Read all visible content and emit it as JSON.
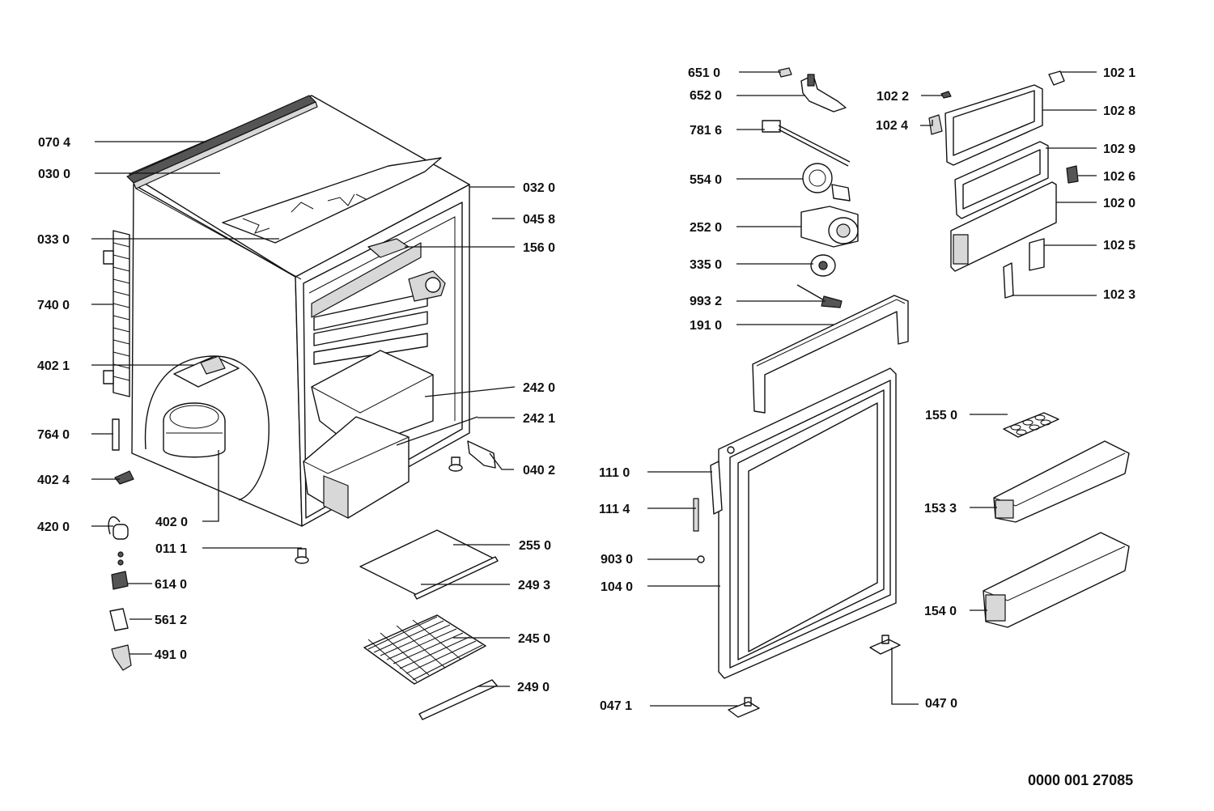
{
  "document_number": "0000 001 27085",
  "callouts": [
    {
      "id": "c0704",
      "text": "070 4"
    },
    {
      "id": "c0300",
      "text": "030 0"
    },
    {
      "id": "c0330",
      "text": "033 0"
    },
    {
      "id": "c7400",
      "text": "740 0"
    },
    {
      "id": "c4021",
      "text": "402 1"
    },
    {
      "id": "c7640",
      "text": "764 0"
    },
    {
      "id": "c4024",
      "text": "402 4"
    },
    {
      "id": "c4200",
      "text": "420 0"
    },
    {
      "id": "c4020",
      "text": "402 0"
    },
    {
      "id": "c0111",
      "text": "011 1"
    },
    {
      "id": "c6140",
      "text": "614 0"
    },
    {
      "id": "c5612",
      "text": "561 2"
    },
    {
      "id": "c4910",
      "text": "491 0"
    },
    {
      "id": "c0320",
      "text": "032 0"
    },
    {
      "id": "c0458",
      "text": "045 8"
    },
    {
      "id": "c1560",
      "text": "156 0"
    },
    {
      "id": "c2420",
      "text": "242 0"
    },
    {
      "id": "c2421",
      "text": "242 1"
    },
    {
      "id": "c0402",
      "text": "040 2"
    },
    {
      "id": "c2550",
      "text": "255 0"
    },
    {
      "id": "c2493",
      "text": "249 3"
    },
    {
      "id": "c2450",
      "text": "245 0"
    },
    {
      "id": "c2490",
      "text": "249 0"
    },
    {
      "id": "c6510",
      "text": "651 0"
    },
    {
      "id": "c6520",
      "text": "652 0"
    },
    {
      "id": "c7816",
      "text": "781 6"
    },
    {
      "id": "c5540",
      "text": "554 0"
    },
    {
      "id": "c2520",
      "text": "252 0"
    },
    {
      "id": "c3350",
      "text": "335 0"
    },
    {
      "id": "c9932",
      "text": "993 2"
    },
    {
      "id": "c1910",
      "text": "191 0"
    },
    {
      "id": "c1110",
      "text": "111 0"
    },
    {
      "id": "c1114",
      "text": "111 4"
    },
    {
      "id": "c9030",
      "text": "903 0"
    },
    {
      "id": "c1040",
      "text": "104 0"
    },
    {
      "id": "c0471",
      "text": "047 1"
    },
    {
      "id": "c0470",
      "text": "047 0"
    },
    {
      "id": "c1022",
      "text": "102 2"
    },
    {
      "id": "c1024",
      "text": "102 4"
    },
    {
      "id": "c1021",
      "text": "102 1"
    },
    {
      "id": "c1028",
      "text": "102 8"
    },
    {
      "id": "c1029",
      "text": "102 9"
    },
    {
      "id": "c1026",
      "text": "102 6"
    },
    {
      "id": "c1020",
      "text": "102 0"
    },
    {
      "id": "c1025",
      "text": "102 5"
    },
    {
      "id": "c1023",
      "text": "102 3"
    },
    {
      "id": "c1550",
      "text": "155 0"
    },
    {
      "id": "c1533",
      "text": "153 3"
    },
    {
      "id": "c1540",
      "text": "154 0"
    }
  ]
}
